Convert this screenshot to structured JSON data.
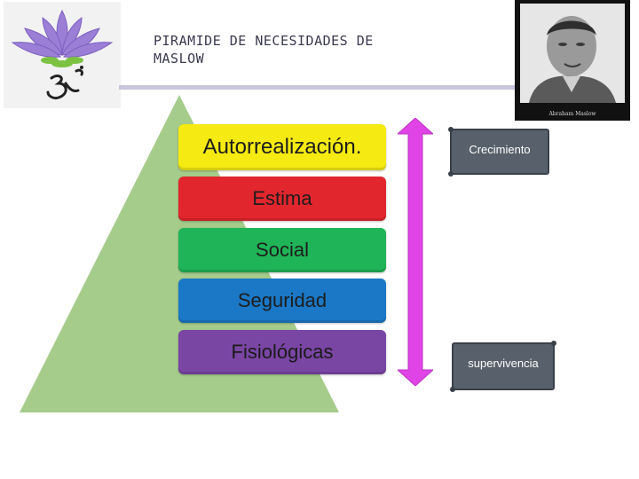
{
  "header": {
    "title_line1": "PIRAMIDE DE NECESIDADES DE",
    "title_line2": "MASLOW"
  },
  "photo": {
    "caption": "Abraham Maslow"
  },
  "pyramid": {
    "triangle_color": "#a6cc8c",
    "levels": [
      {
        "label": "Autorrealización.",
        "color": "#f5ea12"
      },
      {
        "label": "Estima",
        "color": "#e2262e"
      },
      {
        "label": "Social",
        "color": "#1fb457"
      },
      {
        "label": "Seguridad",
        "color": "#1a78c6"
      },
      {
        "label": "Fisiológicas",
        "color": "#7a46a4"
      }
    ]
  },
  "arrow": {
    "color": "#e044e6"
  },
  "scrolls": {
    "top_label": "Crecimiento",
    "bottom_label": "supervivencia"
  }
}
